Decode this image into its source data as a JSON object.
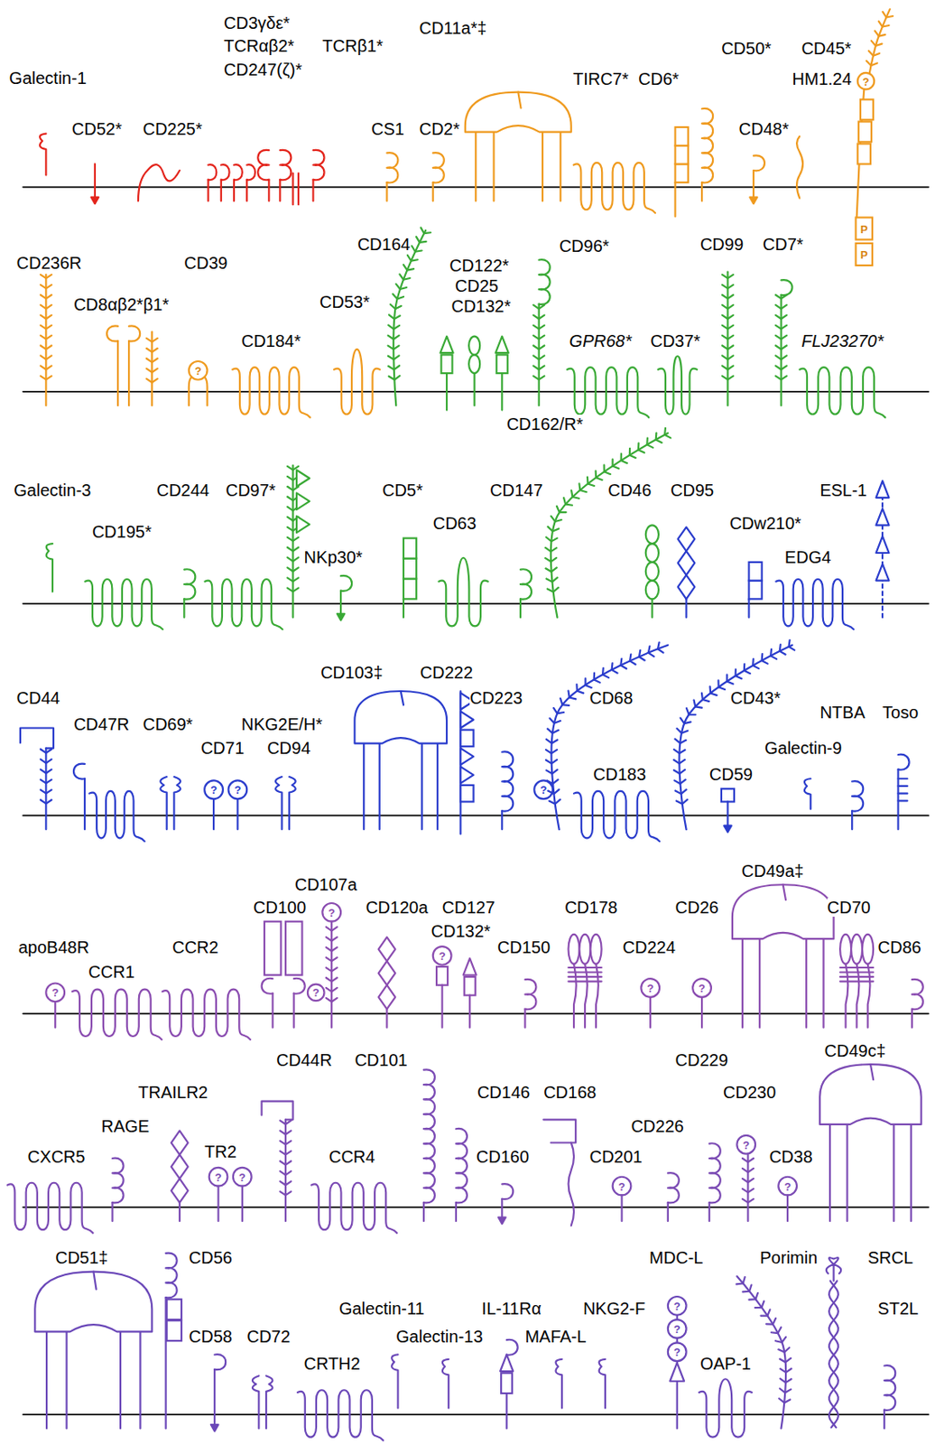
{
  "diagram": {
    "labels": [
      "Galectin-1",
      "CD3γδε*",
      "TCRαβ2*",
      "TCRβ1*",
      "CD247(ζ)*",
      "CD11a*‡",
      "CD52*",
      "CD225*",
      "CS1",
      "CD2*",
      "TIRC7*",
      "CD6*",
      "CD50*",
      "CD45*",
      "HM1.24",
      "CD48*",
      "?",
      "P",
      "P",
      "CD236R",
      "CD39",
      "CD8αβ2*β1*",
      "CD164",
      "CD122*",
      "CD96*",
      "CD25",
      "CD99",
      "CD7*",
      "CD132*",
      "CD53*",
      "CD184*",
      "GPR68*",
      "CD37*",
      "FLJ23270*",
      "?",
      "Galectin-3",
      "CD244",
      "CD97*",
      "CD5*",
      "CD147",
      "CD162/R*",
      "CD46",
      "CD95",
      "ESL-1",
      "CD195*",
      "CD63",
      "NKp30*",
      "CDw210*",
      "EDG4",
      "CD44",
      "CD103‡",
      "CD222",
      "CD223",
      "CD68",
      "CD43*",
      "NTBA",
      "Toso",
      "CD47R",
      "CD69*",
      "CD71",
      "NKG2E/H*",
      "CD94",
      "Galectin-9",
      "CD183",
      "CD59",
      "?",
      "?",
      "?",
      "CD107a",
      "CD49a‡",
      "CD100",
      "CD120a",
      "CD127",
      "CD178",
      "CD26",
      "CD70",
      "CD132*",
      "apoB48R",
      "CCR2",
      "CD150",
      "CD224",
      "CD86",
      "CCR1",
      "?",
      "?",
      "?",
      "?",
      "?",
      "?",
      "CD229",
      "CD49c‡",
      "TRAILR2",
      "CD44R",
      "CD101",
      "CD146",
      "CD168",
      "CD230",
      "RAGE",
      "CD226",
      "TR2",
      "CXCR5",
      "CCR4",
      "CD160",
      "CD201",
      "CD38",
      "?",
      "?",
      "?",
      "?",
      "?",
      "CD51‡",
      "CD56",
      "MDC-L",
      "Porimin",
      "SRCL",
      "Galectin-11",
      "IL-11Rα",
      "NKG2-F",
      "Galectin-13",
      "MAFA-L",
      "ST2L",
      "CD58",
      "CD72",
      "OAP-1",
      "CRTH2",
      "?",
      "?",
      "?"
    ]
  }
}
